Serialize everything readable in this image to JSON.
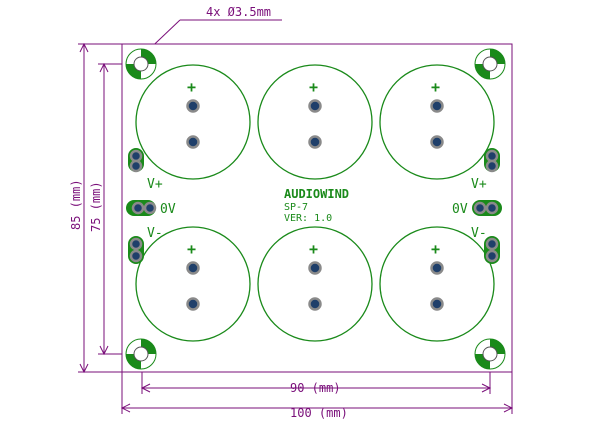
{
  "labels": {
    "hole_callout": "4x Ø3.5mm",
    "width_outer": "100 (mm)",
    "width_inner": "90 (mm)",
    "height_outer": "85 (mm)",
    "height_inner": "75 (mm)",
    "brand": "AUDIOWIND",
    "model": "SP-7",
    "version": "VER: 1.0",
    "v_plus": "V+",
    "zero_v": "0V",
    "v_minus": "V-",
    "plus": "+"
  },
  "colors": {
    "dimension": "#7a0f7a",
    "silkscreen": "#1a8a1a",
    "pad_outer": "#8a8a8a",
    "pad_inner": "#1f3f6a",
    "board": "#ffffff"
  }
}
